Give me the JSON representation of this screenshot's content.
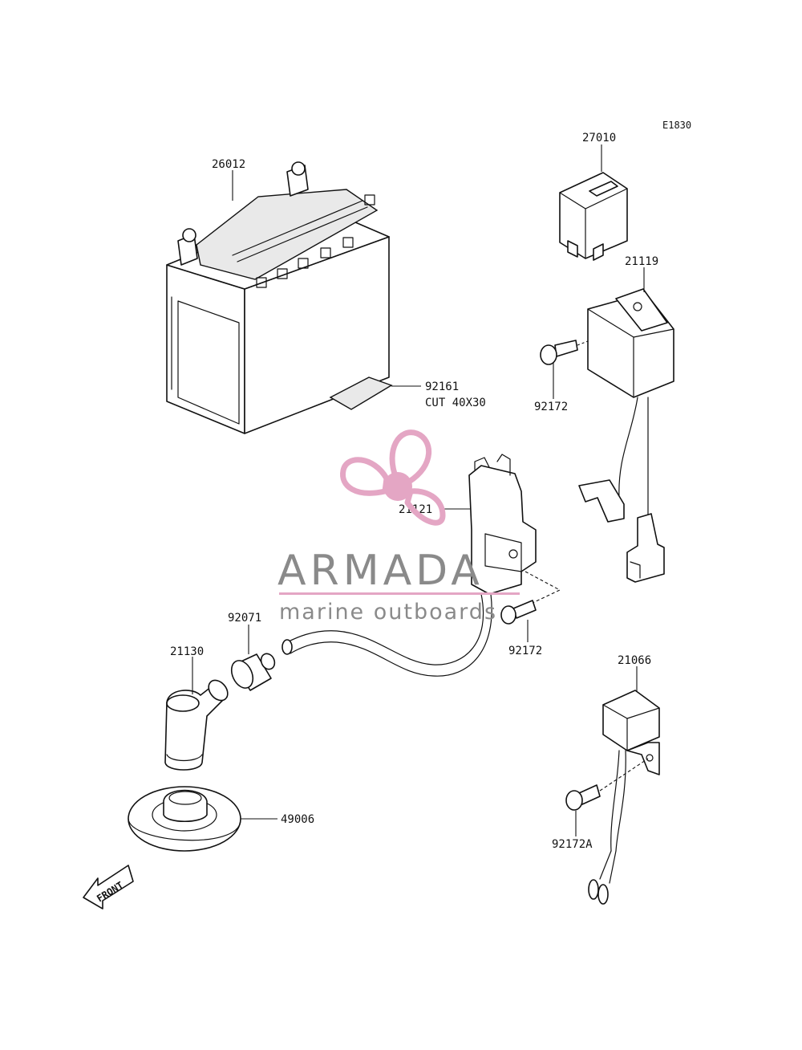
{
  "diagram": {
    "code": "E1830",
    "front_label": "FRONT",
    "callouts": {
      "p26012": "26012",
      "p27010": "27010",
      "p21119": "21119",
      "p92172a": "92172",
      "p92161": "92161",
      "p92161_note": "CUT 40X30",
      "p21121": "21121",
      "p92071": "92071",
      "p21130": "21130",
      "p92172b": "92172",
      "p21066": "21066",
      "p49006": "49006",
      "p92172A": "92172A"
    }
  },
  "watermark": {
    "brand": "ARMADA",
    "tagline": "marine outboards",
    "colors": {
      "logo": "#e4a6c4",
      "text": "#8a8a8a"
    }
  }
}
